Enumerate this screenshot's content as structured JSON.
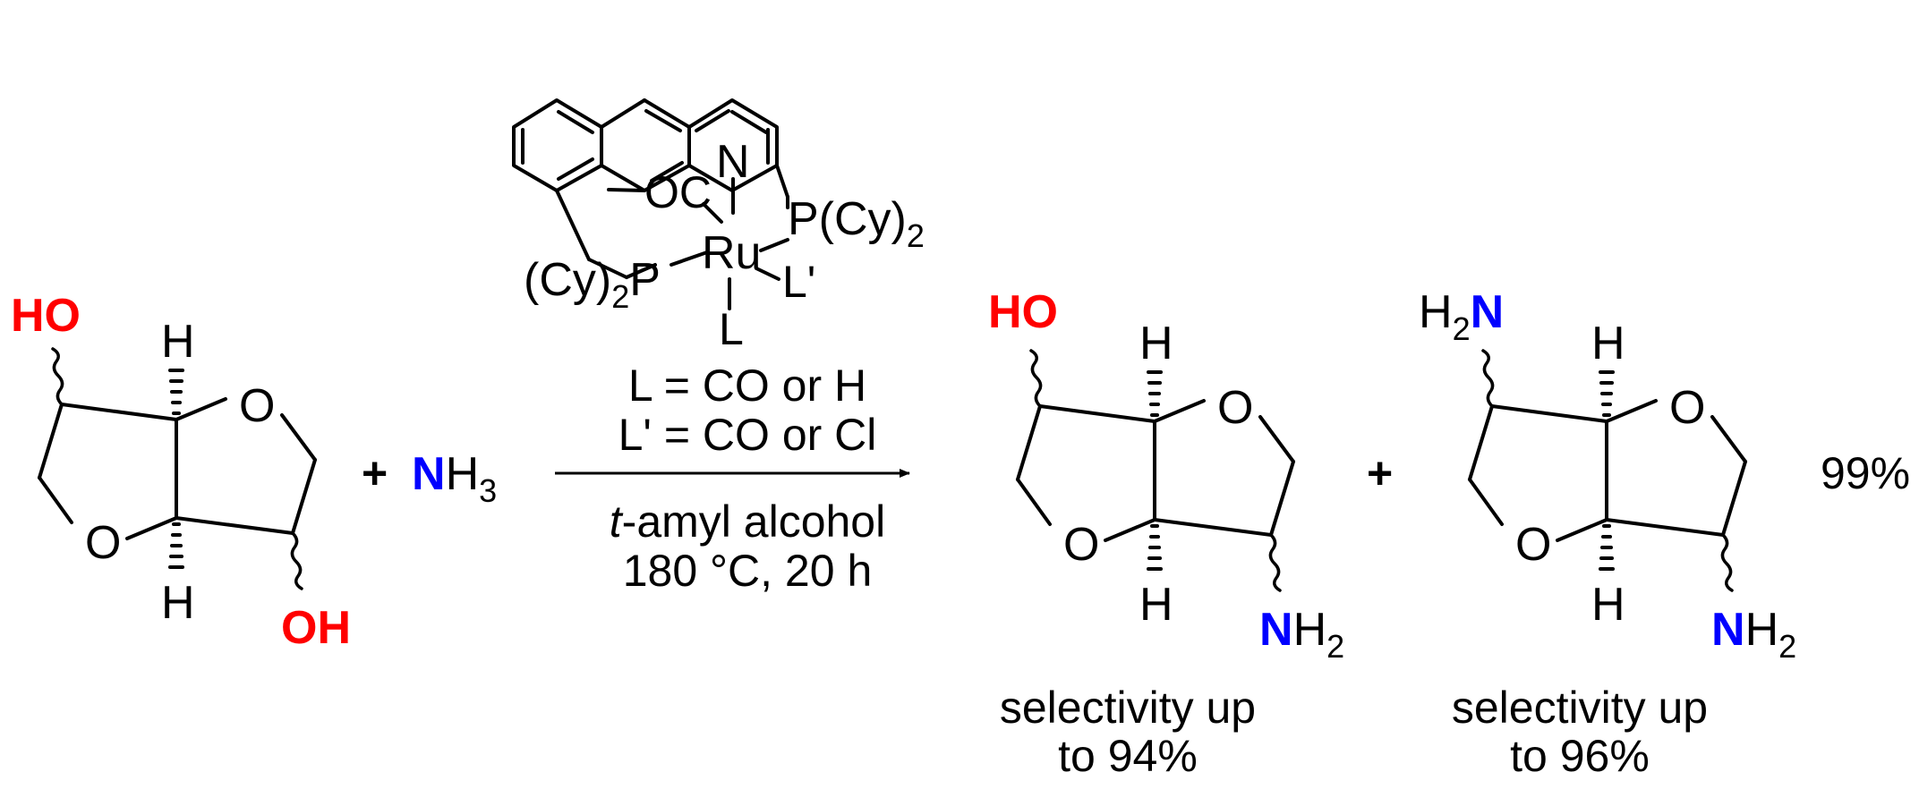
{
  "colors": {
    "oxygen": "#ff0000",
    "nitrogen": "#0000ff",
    "bond": "#000000",
    "text": "#000000"
  },
  "reactant": {
    "hydroxyl_top": "HO",
    "hydroxyl_bottom": "OH",
    "ring_oxygen": "O",
    "bridge_hydrogen": "H"
  },
  "plus": "+",
  "ammonia": {
    "N": "N",
    "H": "H",
    "count": "3"
  },
  "catalyst": {
    "metal": "Ru",
    "nitrogen": "N",
    "phosphine_left": {
      "pre": "(Cy)",
      "sub": "2",
      "post": "P"
    },
    "phosphine_right": {
      "pre": "P(Cy)",
      "sub": "2"
    },
    "carbonyl": "OC",
    "ligand_L": "L",
    "ligand_L_prime": "L'"
  },
  "conditions": {
    "line1": "L = CO or H",
    "line2": "L' = CO or Cl",
    "solvent_italic": "t",
    "solvent_rest": "-amyl alcohol",
    "temp_time": "180 °C, 20 h"
  },
  "product1": {
    "hydroxyl": "HO",
    "amine": {
      "N": "N",
      "H": "H",
      "count": "2"
    },
    "selectivity_line1": "selectivity up",
    "selectivity_line2": "to 94%"
  },
  "product2": {
    "amine_top": {
      "H": "H",
      "count": "2",
      "N": "N"
    },
    "amine_bottom": {
      "N": "N",
      "H": "H",
      "count": "2"
    },
    "selectivity_line1": "selectivity up",
    "selectivity_line2": "to 96%"
  },
  "yield": "99%"
}
